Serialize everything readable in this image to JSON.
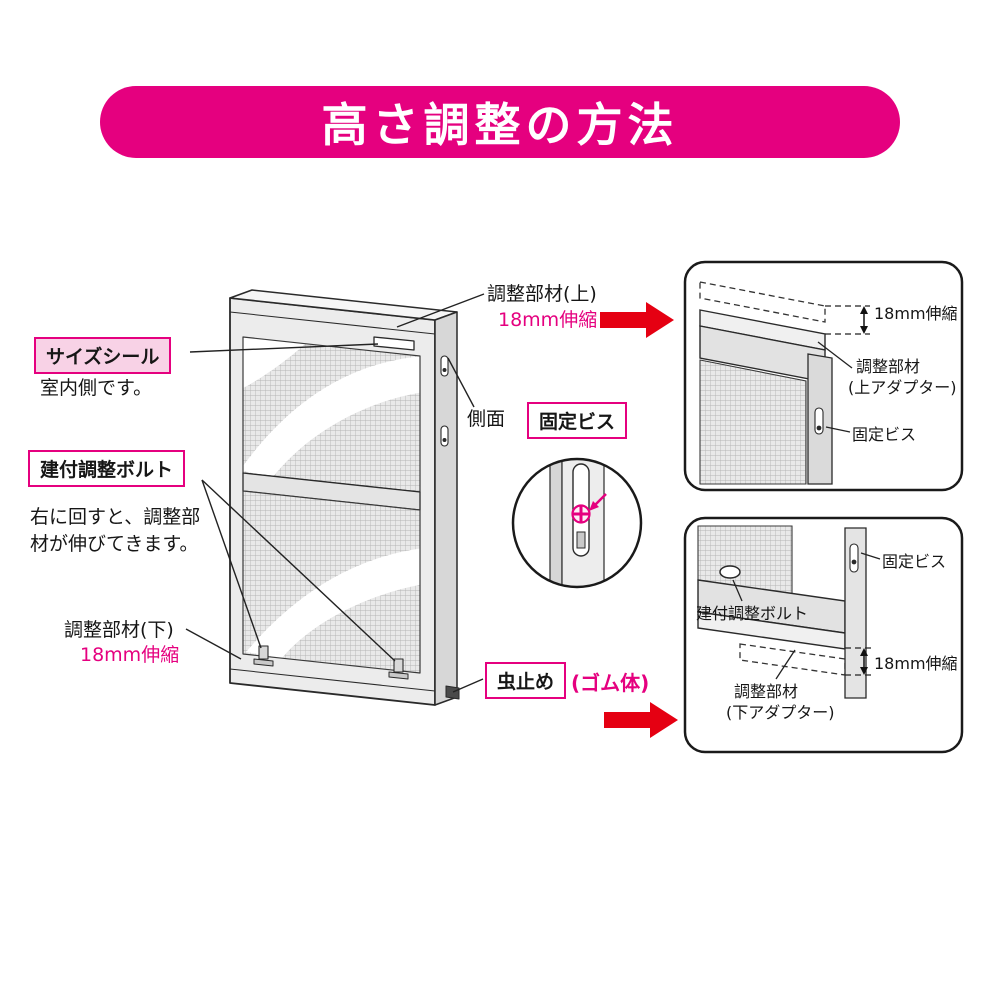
{
  "title": "高さ調整の方法",
  "colors": {
    "magenta": "#e5007f",
    "pink_fill": "#f8d2e6",
    "red_arrow": "#e50012",
    "line": "#2a2a2a"
  },
  "main_labels": {
    "size_seal": "サイズシール",
    "indoor_side": "室内側です。",
    "fitting_bolt": "建付調整ボルト",
    "bolt_note_1": "右に回すと、調整部",
    "bolt_note_2": "材が伸びてきます。",
    "member_bottom": "調整部材(下)",
    "member_bottom_stretch": "18mm伸縮",
    "member_top": "調整部材(上)",
    "member_top_stretch": "18mm伸縮",
    "side_face": "側面",
    "fixing_screw": "固定ビス",
    "insect_stop": "虫止め",
    "rubber_body": "(ゴム体)"
  },
  "panel_top": {
    "stretch": "18mm伸縮",
    "member_1": "調整部材",
    "member_2": "(上アダプター)",
    "fixing_screw": "固定ビス"
  },
  "panel_bottom": {
    "fixing_screw": "固定ビス",
    "fitting_bolt": "建付調整ボルト",
    "member_1": "調整部材",
    "member_2": "(下アダプター)",
    "stretch": "18mm伸縮"
  }
}
